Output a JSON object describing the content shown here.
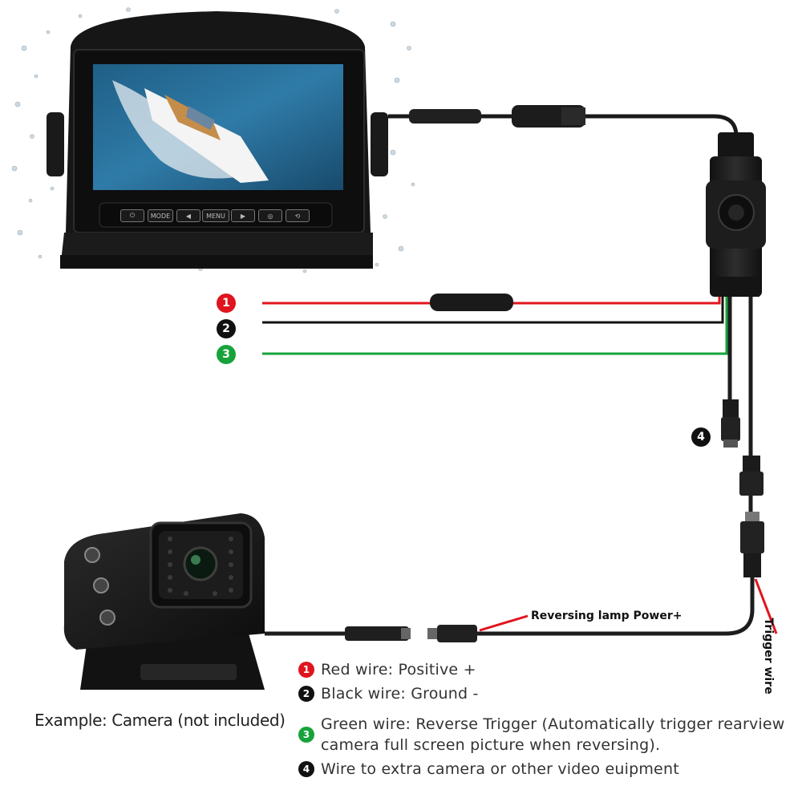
{
  "badges": {
    "b1": "1",
    "b2": "2",
    "b3": "3",
    "b4": "4"
  },
  "monitor": {
    "buttons": [
      {
        "name": "power-icon",
        "label": "⏻"
      },
      {
        "name": "mode-button",
        "label": "MODE"
      },
      {
        "name": "left-arrow-icon",
        "label": "◀"
      },
      {
        "name": "menu-button",
        "label": "MENU"
      },
      {
        "name": "right-arrow-icon",
        "label": "▶"
      },
      {
        "name": "camera-switch-icon",
        "label": "◎"
      },
      {
        "name": "rotate-icon",
        "label": "⟲"
      }
    ]
  },
  "callouts": {
    "reversing_lamp": "Reversing lamp Power+",
    "trigger_wire": "Trigger wire"
  },
  "caption": "Example: Camera (not included)",
  "legend": [
    {
      "num": "1",
      "text": "Red wire: Positive +",
      "color": "#e0141e"
    },
    {
      "num": "2",
      "text": "Black wire: Ground -",
      "color": "#111111"
    },
    {
      "num": "3",
      "text": "Green wire: Reverse Trigger (Automatically trigger rearview camera full screen picture when reversing).",
      "color": "#17a33a"
    },
    {
      "num": "4",
      "text": "Wire to extra camera or other video euipment",
      "color": "#111111"
    }
  ],
  "colors": {
    "red_wire": "#e0141e",
    "black_wire": "#111111",
    "green_wire": "#17a33a"
  }
}
